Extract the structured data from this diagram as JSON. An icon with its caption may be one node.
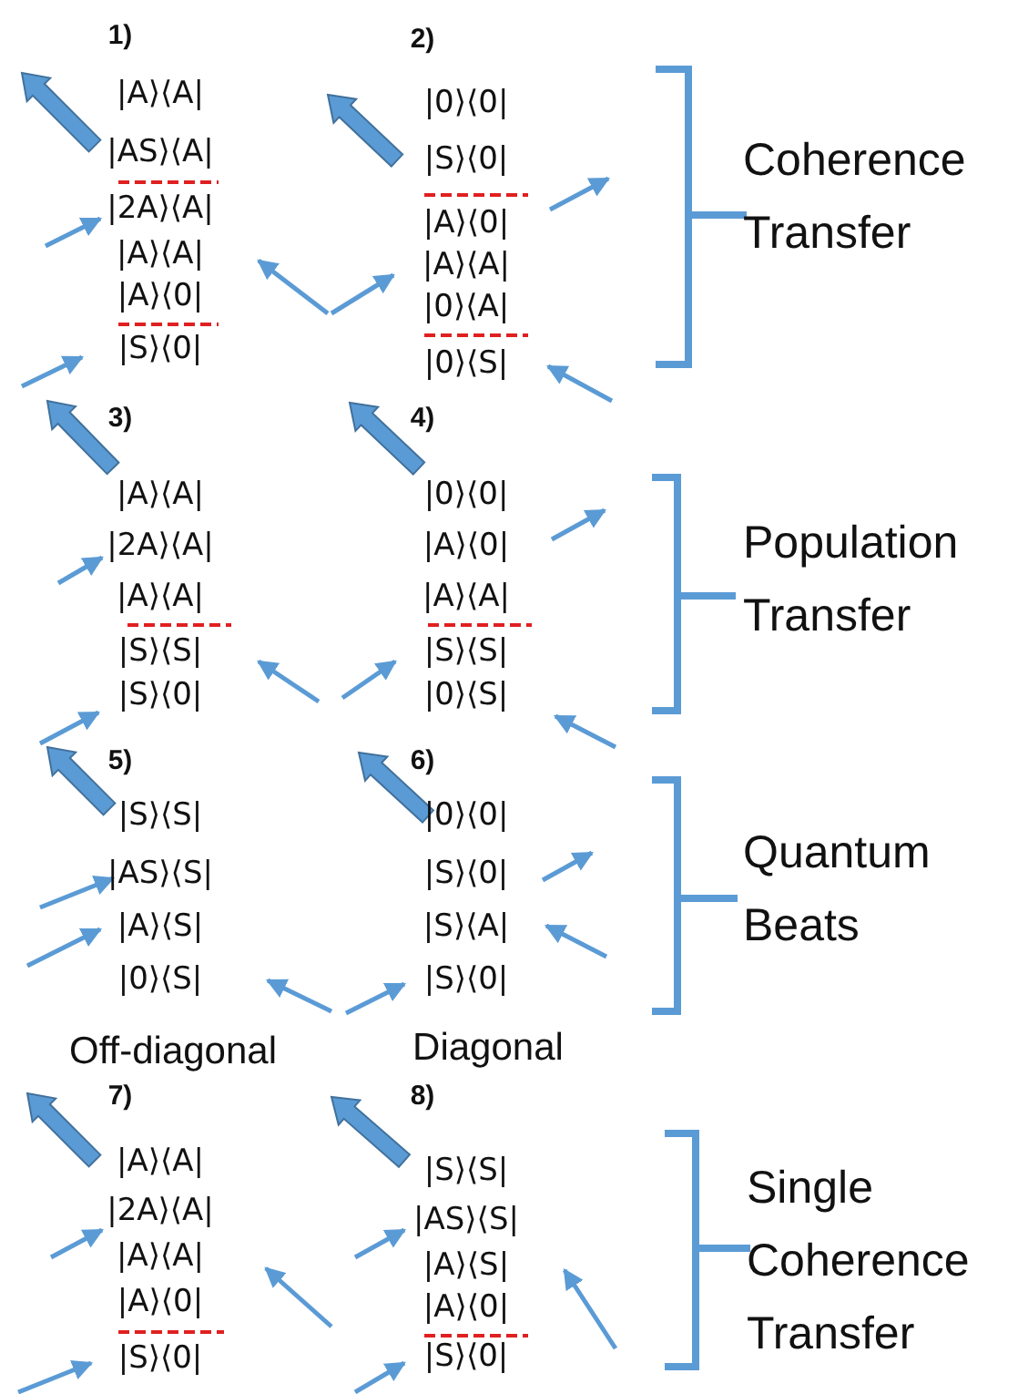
{
  "diagram": {
    "labels": [
      "1)",
      "2)",
      "|A⟩⟨A|",
      "|AS⟩⟨A|",
      "|2A⟩⟨A|",
      "|A⟩⟨A|",
      "|A⟩⟨0|",
      "|S⟩⟨0|",
      "|0⟩⟨0|",
      "|S⟩⟨0|",
      "|A⟩⟨0|",
      "|A⟩⟨A|",
      "|0⟩⟨A|",
      "|0⟩⟨S|",
      "Coherence Transfer",
      "3)",
      "4)",
      "|A⟩⟨A|",
      "|2A⟩⟨A|",
      "|A⟩⟨A|",
      "|S⟩⟨S|",
      "|S⟩⟨0|",
      "|0⟩⟨0|",
      "|A⟩⟨0|",
      "|A⟩⟨A|",
      "|S⟩⟨S|",
      "|0⟩⟨S|",
      "Population Transfer",
      "5)",
      "6)",
      "|S⟩⟨S|",
      "|AS⟩⟨S|",
      "|A⟩⟨S|",
      "|0⟩⟨S|",
      "|0⟩⟨0|",
      "|S⟩⟨0|",
      "|S⟩⟨A|",
      "|S⟩⟨0|",
      "Quantum Beats",
      "Off-diagonal",
      "Diagonal",
      "7)",
      "8)",
      "|A⟩⟨A|",
      "|2A⟩⟨A|",
      "|A⟩⟨A|",
      "|A⟩⟨0|",
      "|S⟩⟨0|",
      "|S⟩⟨S|",
      "|AS⟩⟨S|",
      "|A⟩⟨S|",
      "|A⟩⟨0|",
      "|S⟩⟨0|",
      "Single Coherence Transfer"
    ]
  }
}
